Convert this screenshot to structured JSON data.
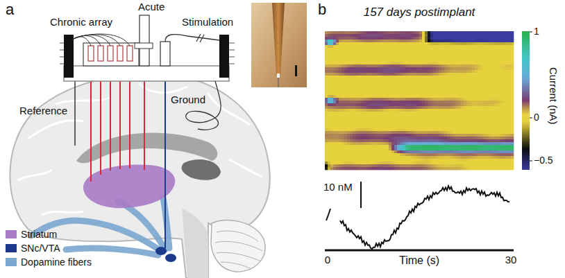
{
  "diagram": {
    "labels": [
      "a",
      "Chronic array",
      "Acute",
      "Stimulation",
      "Reference",
      "Ground",
      "b",
      "157 days postimplant",
      "Current (nA)",
      "1",
      "0",
      "−0.5",
      "10 nM",
      "0",
      "Time (s)",
      "30"
    ],
    "legend": [
      {
        "text": "Striatum",
        "color": "#a87bc7"
      },
      {
        "text": "SNc/VTA",
        "color": "#1b3a8c"
      },
      {
        "text": "Dopamine fibers",
        "color": "#7ba7d0"
      }
    ]
  }
}
